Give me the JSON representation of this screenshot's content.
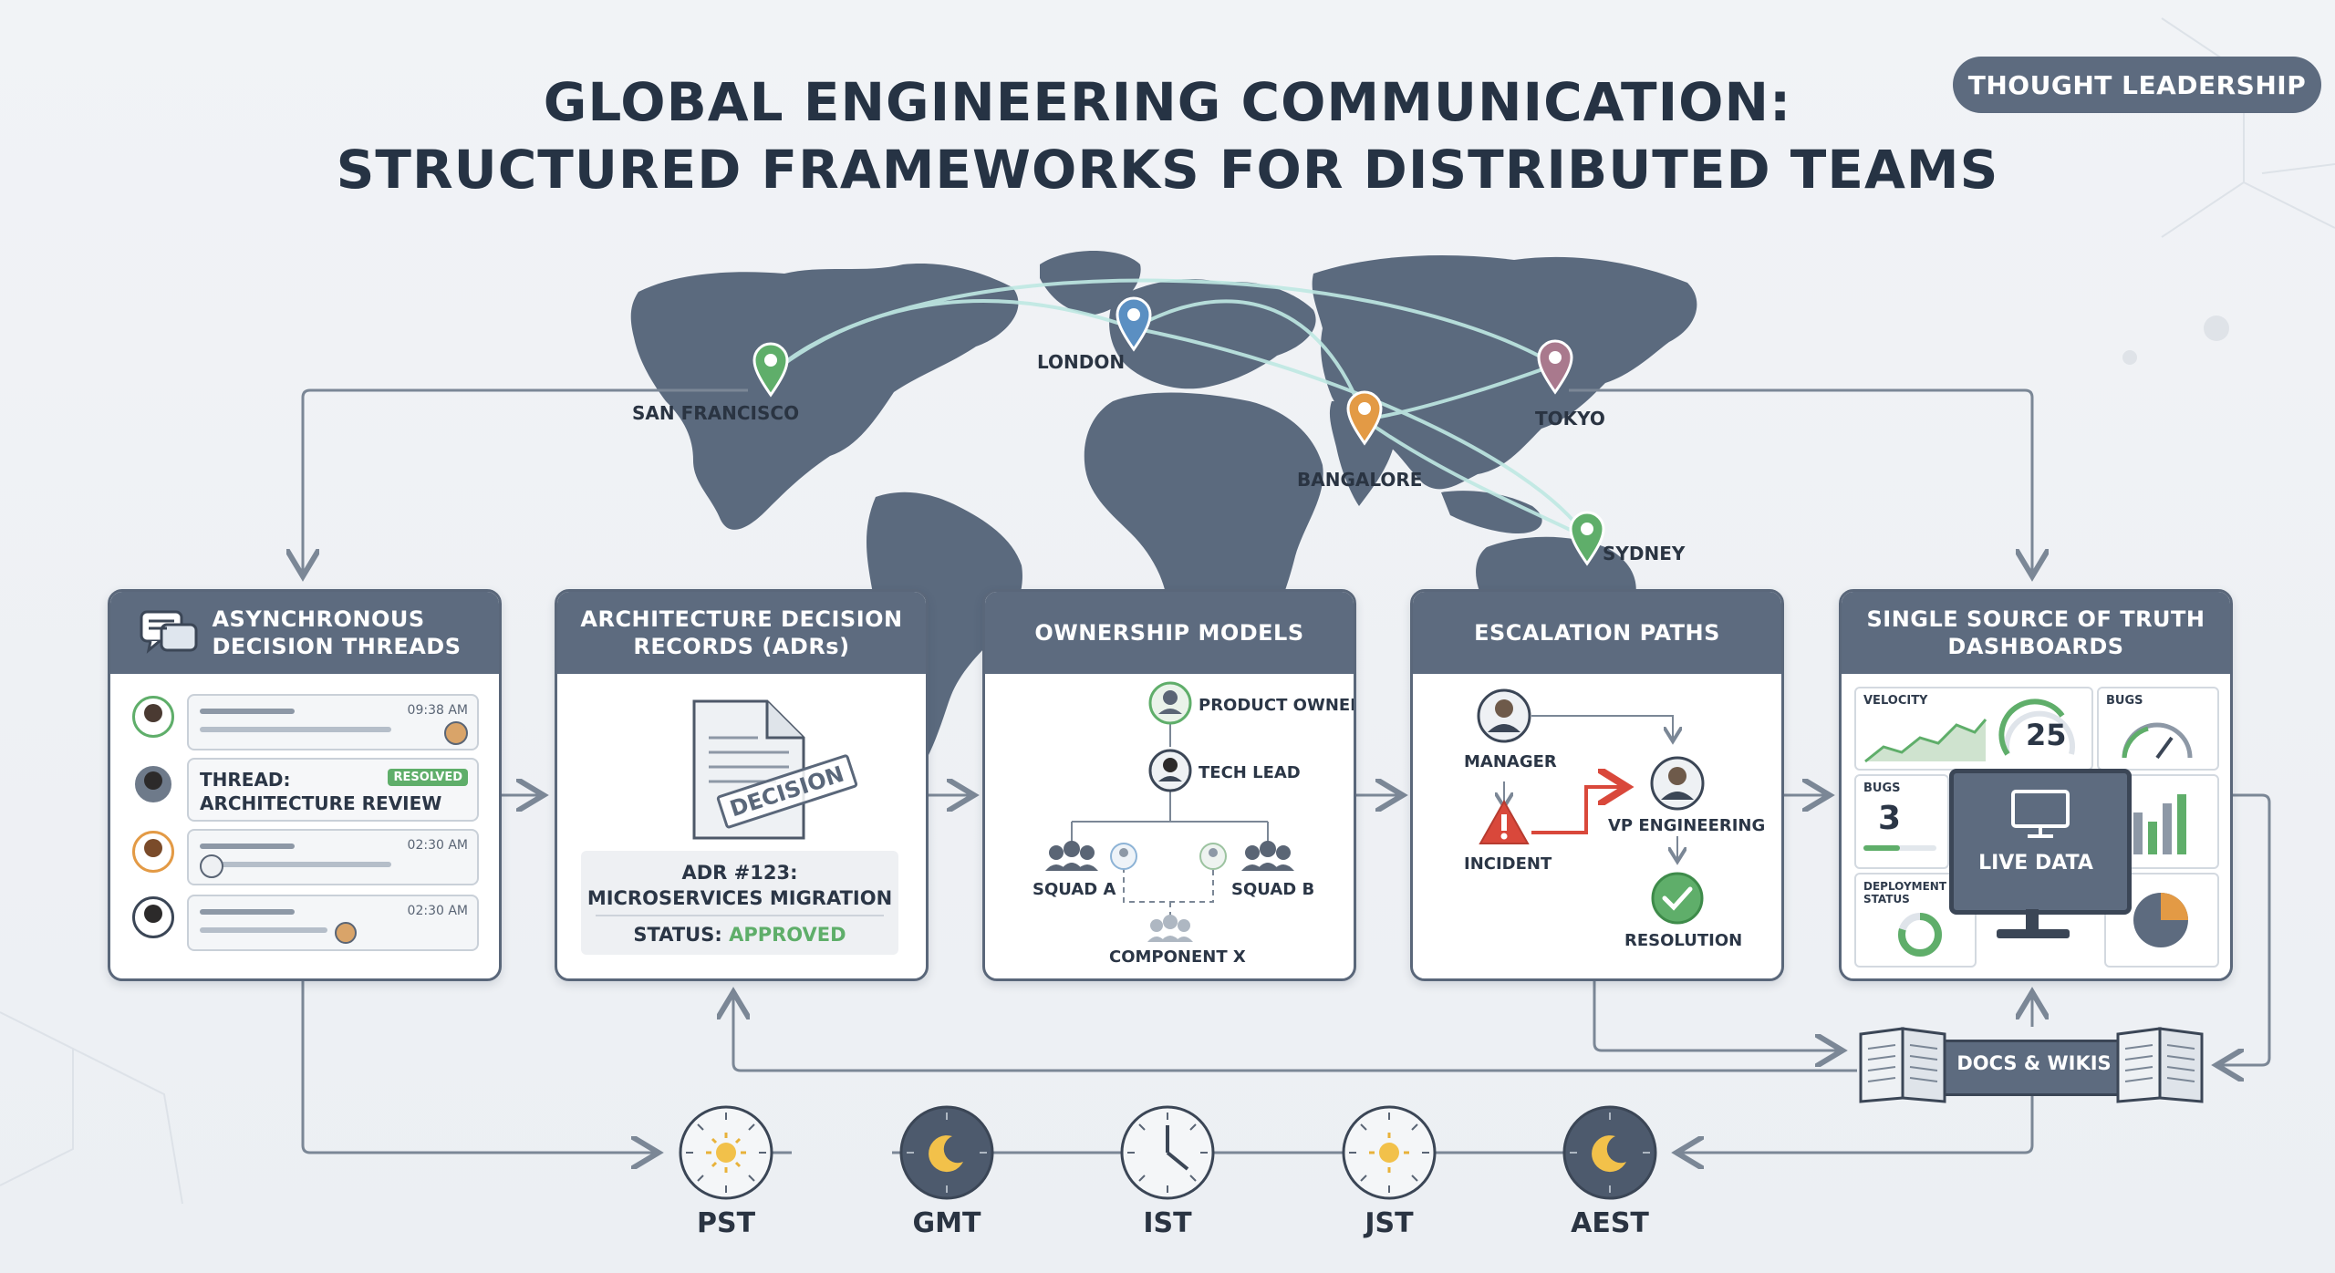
{
  "header": {
    "title_line1": "GLOBAL ENGINEERING COMMUNICATION:",
    "title_line2": "STRUCTURED FRAMEWORKS FOR DISTRIBUTED TEAMS",
    "badge": "THOUGHT LEADERSHIP"
  },
  "map": {
    "cities": [
      {
        "name": "SAN FRANCISCO",
        "pin_color": "#5fae6a"
      },
      {
        "name": "LONDON",
        "pin_color": "#5b8fc2"
      },
      {
        "name": "BANGALORE",
        "pin_color": "#e39a45"
      },
      {
        "name": "TOKYO",
        "pin_color": "#a9798d"
      },
      {
        "name": "SYDNEY",
        "pin_color": "#5fae6a"
      }
    ]
  },
  "panels": {
    "async": {
      "title": "ASYNCHRONOUS\nDECISION THREADS",
      "messages": [
        {
          "time": "09:38 AM"
        },
        {
          "thread_label": "THREAD:",
          "thread_title": "ARCHITECTURE REVIEW",
          "status": "RESOLVED"
        },
        {
          "time": "02:30 AM"
        },
        {
          "time": "02:30 AM"
        }
      ]
    },
    "adr": {
      "title": "ARCHITECTURE DECISION\nRECORDS (ADRs)",
      "stamp": "DECISION",
      "record_line1": "ADR #123:",
      "record_line2": "MICROSERVICES MIGRATION",
      "status_label": "STATUS:",
      "status_value": "APPROVED"
    },
    "ownership": {
      "title": "OWNERSHIP MODELS",
      "product_owner": "PRODUCT OWNER",
      "tech_lead": "TECH LEAD",
      "squad_a": "SQUAD A",
      "squad_b": "SQUAD B",
      "component": "COMPONENT X"
    },
    "escalation": {
      "title": "ESCALATION PATHS",
      "manager": "MANAGER",
      "incident": "INCIDENT",
      "vp": "VP ENGINEERING",
      "resolution": "RESOLUTION"
    },
    "truth": {
      "title": "SINGLE SOURCE OF TRUTH\nDASHBOARDS",
      "velocity_label": "VELOCITY",
      "velocity_value": "25",
      "bugs_label_1": "BUGS",
      "bugs_label_2": "BUGS",
      "bugs_value": "3",
      "deploy_label": "DEPLOYMENT\nSTATUS",
      "live_data": "LIVE DATA"
    }
  },
  "docs": {
    "label": "DOCS & WIKIS"
  },
  "timezones": [
    {
      "label": "PST",
      "icon": "sun-icon"
    },
    {
      "label": "GMT",
      "icon": "moon-icon"
    },
    {
      "label": "IST",
      "icon": "clock-icon"
    },
    {
      "label": "JST",
      "icon": "sun-icon"
    },
    {
      "label": "AEST",
      "icon": "moon-icon"
    }
  ],
  "colors": {
    "slate": "#5d6b7f",
    "approved": "#5fae6a",
    "alert": "#d9483b",
    "accent": "#e39a45"
  }
}
